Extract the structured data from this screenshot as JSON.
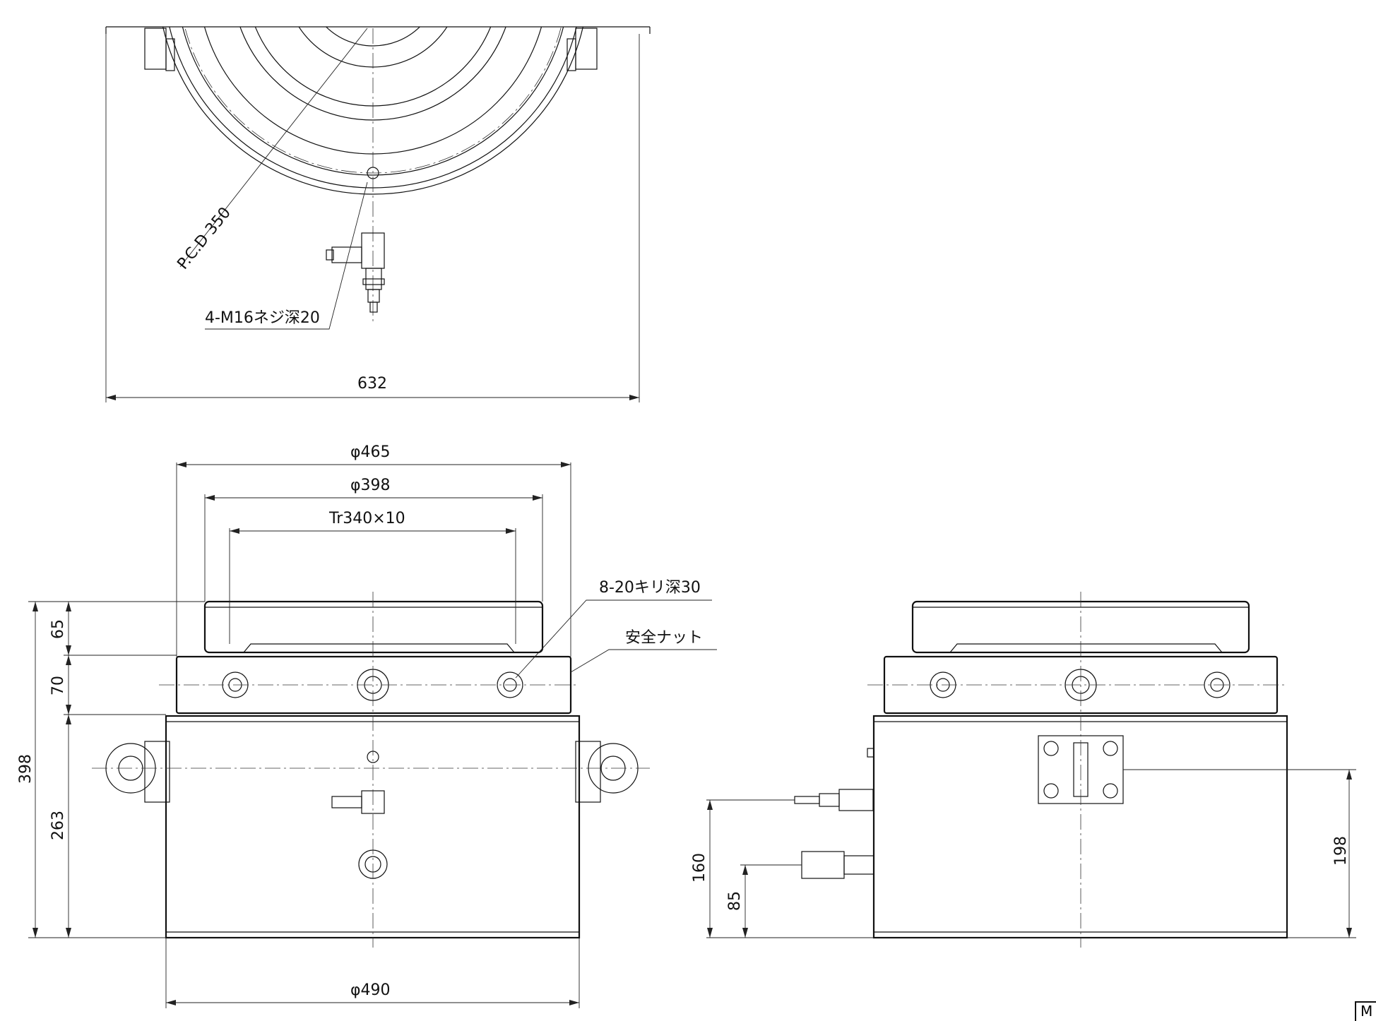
{
  "top_view": {
    "pcd_label": "P.C.D 350",
    "thread_label": "4-M16ネジ深20",
    "width_dim": "632"
  },
  "front_view": {
    "dia_top": "φ465",
    "dia_mid": "φ398",
    "thread_dim": "Tr340×10",
    "hole_note": "8-20キリ深30",
    "safety_nut": "安全ナット",
    "h_total": "398",
    "h_65": "65",
    "h_70": "70",
    "h_263": "263",
    "dia_base": "φ490"
  },
  "side_view": {
    "h_160": "160",
    "h_85": "85",
    "h_198": "198"
  },
  "corner_mark": "M"
}
